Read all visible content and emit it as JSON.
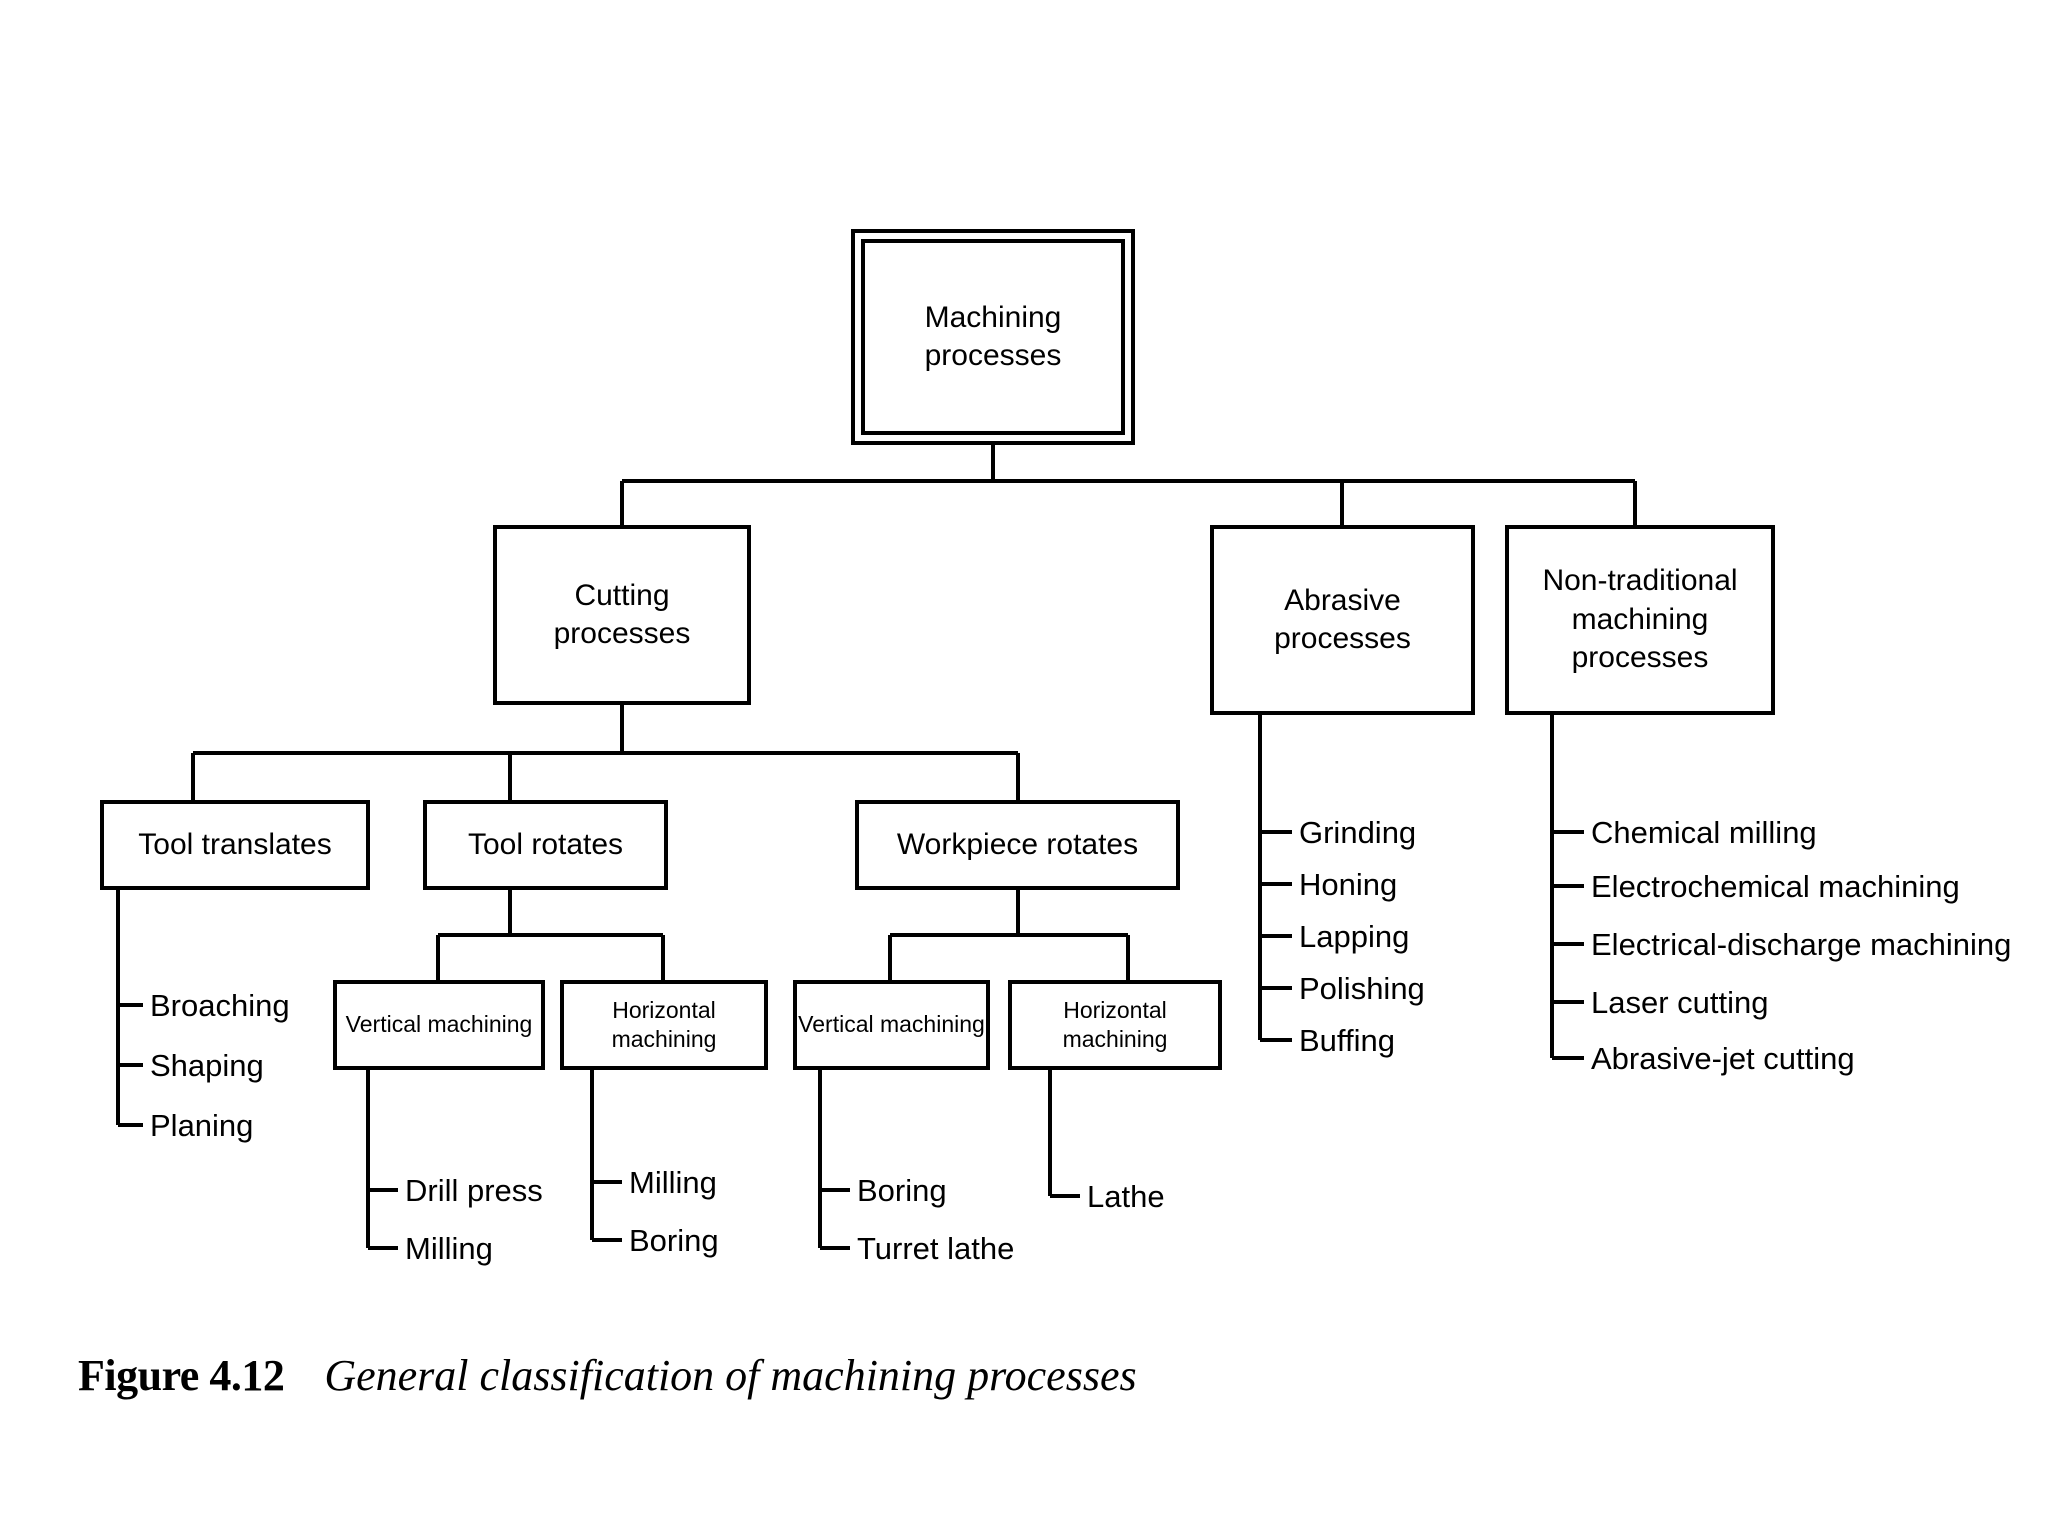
{
  "figure": {
    "number_label": "Figure 4.12",
    "caption": "General classification of machining processes"
  },
  "diagram": {
    "type": "tree",
    "root": {
      "id": "machining-processes",
      "label": "Machining\nprocesses"
    },
    "level2": [
      {
        "id": "cutting-processes",
        "label": "Cutting\nprocesses"
      },
      {
        "id": "abrasive-processes",
        "label": "Abrasive\nprocesses"
      },
      {
        "id": "non-traditional-machining-processes",
        "label": "Non-traditional\nmachining\nprocesses"
      }
    ],
    "level3": [
      {
        "id": "tool-translates",
        "label": "Tool translates"
      },
      {
        "id": "tool-rotates",
        "label": "Tool rotates"
      },
      {
        "id": "workpiece-rotates",
        "label": "Workpiece rotates"
      }
    ],
    "level4": [
      {
        "id": "tool-rotates-vertical-machining",
        "label": "Vertical machining"
      },
      {
        "id": "tool-rotates-horizontal-machining",
        "label": "Horizontal machining"
      },
      {
        "id": "workpiece-rotates-vertical-machining",
        "label": "Vertical machining"
      },
      {
        "id": "workpiece-rotates-horizontal-machining",
        "label": "Horizontal machining"
      }
    ],
    "leaves": {
      "tool_translates": [
        "Broaching",
        "Shaping",
        "Planing"
      ],
      "tool_rotates_vertical": [
        "Drill press",
        "Milling"
      ],
      "tool_rotates_horizontal": [
        "Milling",
        "Boring"
      ],
      "workpiece_rotates_vertical": [
        "Boring",
        "Turret lathe"
      ],
      "workpiece_rotates_horizontal": [
        "Lathe"
      ],
      "abrasive": [
        "Grinding",
        "Honing",
        "Lapping",
        "Polishing",
        "Buffing"
      ],
      "non_traditional": [
        "Chemical milling",
        "Electrochemical machining",
        "Electrical-discharge machining",
        "Laser cutting",
        "Abrasive-jet cutting"
      ]
    }
  },
  "colors": {
    "ink": "#000000",
    "paper": "#ffffff"
  }
}
